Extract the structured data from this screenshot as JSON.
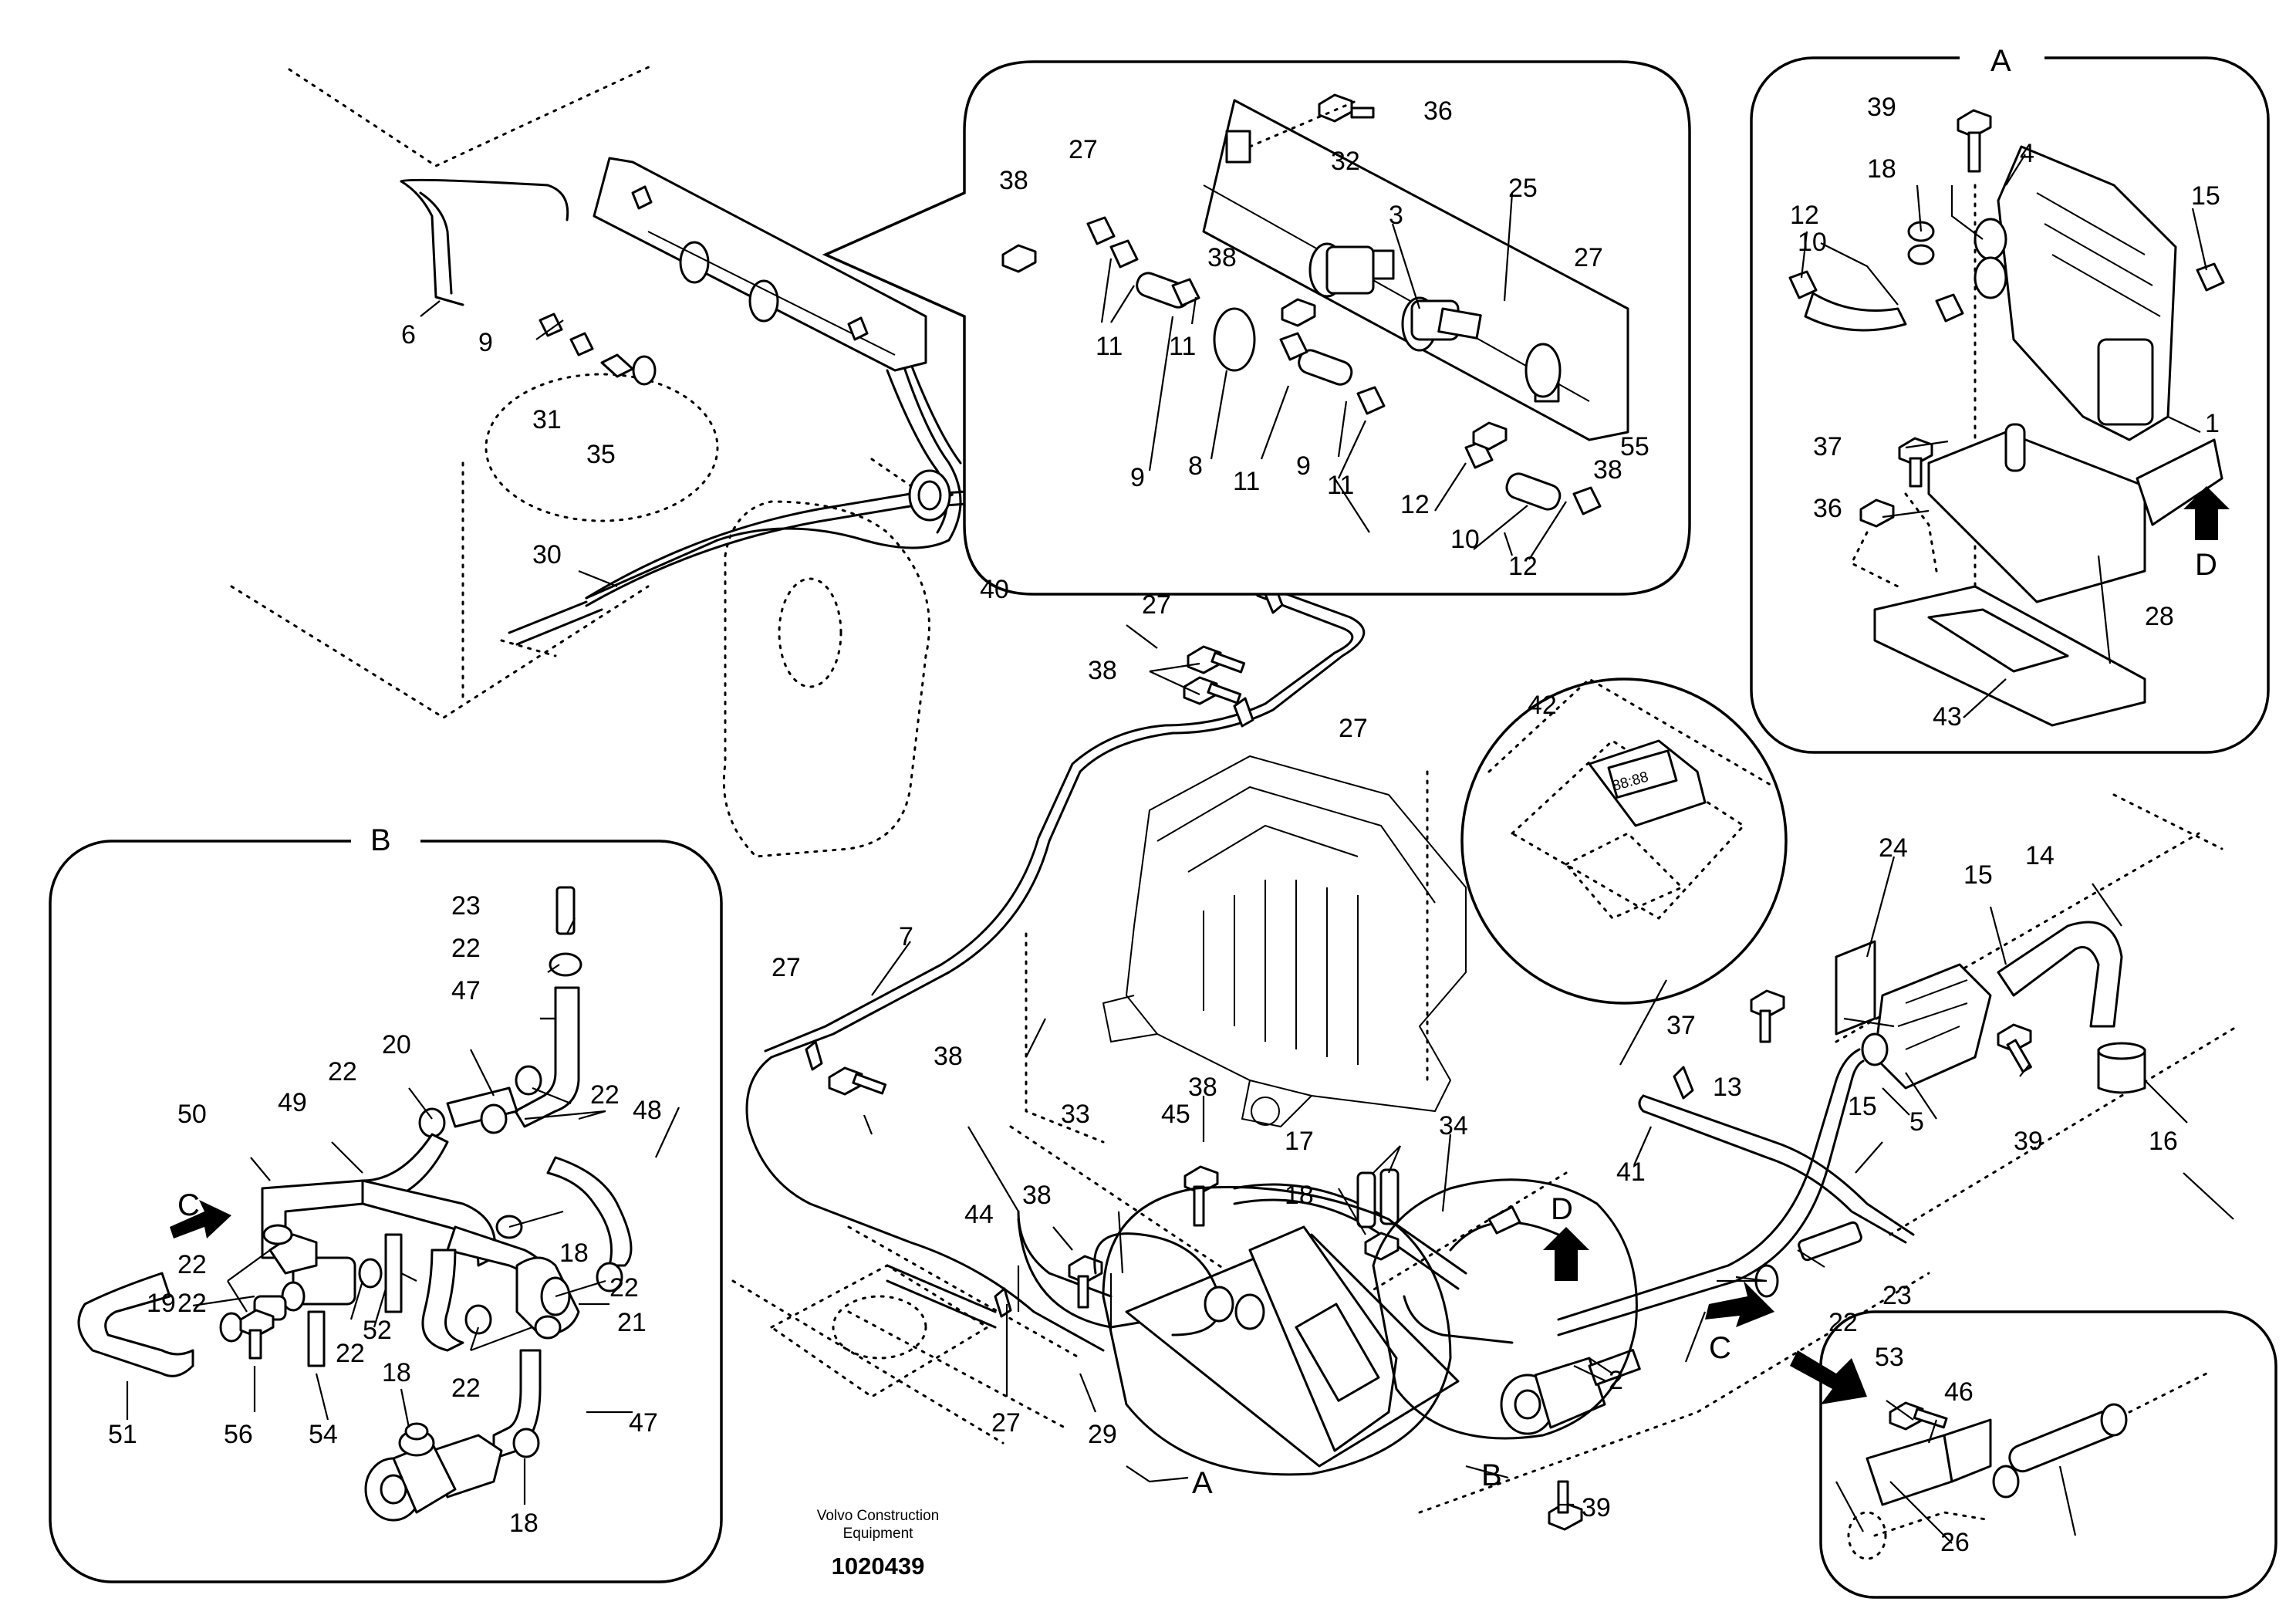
{
  "diagram": {
    "labels": {
      "l1": "1",
      "l2": "2",
      "l3": "3",
      "l4": "4",
      "l5": "5",
      "l6": "6",
      "l7": "7",
      "l8": "8",
      "l9a": "9",
      "l9b": "9",
      "l9c": "9",
      "l10a": "10",
      "l10b": "10",
      "l11a": "11",
      "l11b": "11",
      "l11c": "11",
      "l11d": "11",
      "l12a": "12",
      "l12b": "12",
      "l12c": "12",
      "l13": "13",
      "l14": "14",
      "l15a": "15",
      "l15b": "15",
      "l15c": "15",
      "l16": "16",
      "l17": "17",
      "l18a": "18",
      "l18b": "18",
      "l18c": "18",
      "l18d": "18",
      "l18e": "18",
      "l19": "19",
      "l20": "20",
      "l21": "21",
      "l22a": "22",
      "l22b": "22",
      "l22c": "22",
      "l22d": "22",
      "l22e": "22",
      "l22f": "22",
      "l22g": "22",
      "l22h": "22",
      "l23a": "23",
      "l23b": "23",
      "l24": "24",
      "l25": "25",
      "l26": "26",
      "l27a": "27",
      "l27b": "27",
      "l27c": "27",
      "l27d": "27",
      "l27e": "27",
      "l27f": "27",
      "l28": "28",
      "l29": "29",
      "l30": "30",
      "l31": "31",
      "l32": "32",
      "l33": "33",
      "l34": "34",
      "l35": "35",
      "l36a": "36",
      "l36b": "36",
      "l37a": "37",
      "l37b": "37",
      "l38a": "38",
      "l38b": "38",
      "l38c": "38",
      "l38d": "38",
      "l38e": "38",
      "l38f": "38",
      "l38g": "38",
      "l39a": "39",
      "l39b": "39",
      "l39c": "39",
      "l40": "40",
      "l41": "41",
      "l42": "42",
      "l43": "43",
      "l44": "44",
      "l45": "45",
      "l46": "46",
      "l47a": "47",
      "l47b": "47",
      "l48": "48",
      "l49": "49",
      "l50": "50",
      "l51": "51",
      "l52": "52",
      "l53": "53",
      "l54": "54",
      "l55": "55",
      "l56": "56"
    },
    "detail_letters": {
      "a_panel": "A",
      "b_panel": "B",
      "c_arrow_b": "C",
      "d_arrow_a": "D",
      "a_main": "A",
      "b_main": "B",
      "c_main": "C",
      "d_main": "D"
    },
    "display_digits": "88:88",
    "signature": [
      "Volvo Construction",
      "Equipment"
    ],
    "catalog_number": "1020439"
  }
}
